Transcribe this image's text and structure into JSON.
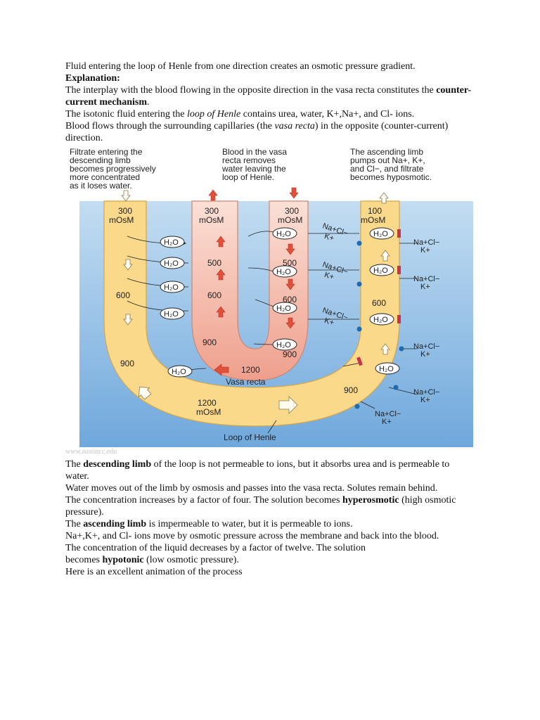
{
  "intro": {
    "line1": "Fluid entering the loop of Henle from one direction creates an osmotic pressure gradient.",
    "explanation_heading": "Explanation:",
    "p2_a": "The interplay with the blood flowing in the opposite direction in the vasa recta constitutes the ",
    "p2_bold": "counter-current mechanism",
    "p2_b": ".",
    "p3_a": "The isotonic fluid entering the ",
    "p3_italic": "loop of Henle",
    "p3_b": " contains urea, water, K+,Na+, and Cl- ions.",
    "p4_a": "Blood flows through the surrounding capillaries (the ",
    "p4_italic": "vasa recta",
    "p4_b": ") in the opposite (counter-current) direction."
  },
  "figure": {
    "caption_left": [
      "Filtrate entering the",
      "descending limb",
      "becomes progressively",
      "more concentrated",
      "as it loses water."
    ],
    "caption_middle": [
      "Blood in the vasa",
      "recta removes",
      "water leaving the",
      "loop of Henle."
    ],
    "caption_right": [
      "The ascending limb",
      "pumps out Na+, K+,",
      "and Cl−, and filtrate",
      "becomes hyposmotic."
    ],
    "conc_300": "300",
    "conc_100": "100",
    "unit": "mOsM",
    "conc_500": "500",
    "conc_600": "600",
    "conc_900": "900",
    "conc_1200": "1200",
    "water": "H₂O",
    "ion_nacl": "Na+Cl−",
    "ion_k": "K+",
    "vasa_recta": "Vasa recta",
    "loop_of_henle": "Loop of Henle",
    "colors": {
      "background": "#a9cdea",
      "filtrate": "#fbd98a",
      "blood": "#f2a493",
      "arrow_red": "#e0503a",
      "pump_red": "#c8344a",
      "pump_blue": "#1e6bb0"
    }
  },
  "credit": "www.austincc.edu",
  "body": {
    "p1_a": "The ",
    "p1_bold": "descending limb",
    "p1_b": " of the loop is not permeable to ions, but it absorbs urea and is permeable to water.",
    "p2": "Water moves out of the limb by osmosis and passes into the vasa recta. Solutes remain behind.",
    "p3_a": "The concentration increases by a factor of four. The solution becomes ",
    "p3_bold": "hyperosmotic",
    "p3_b": " (high osmotic pressure).",
    "p4_a": "The ",
    "p4_bold": "ascending limb",
    "p4_b": " is impermeable to water, but it is permeable to ions.",
    "p5": "Na+,K+, and Cl- ions move by osmotic pressure across the membrane and back into the blood.",
    "p6": "The concentration of the liquid decreases by a factor of twelve. The solution",
    "p7_a": "becomes ",
    "p7_bold": "hypotonic",
    "p7_b": " (low osmotic pressure).",
    "p8": "Here is an excellent animation of the process"
  }
}
